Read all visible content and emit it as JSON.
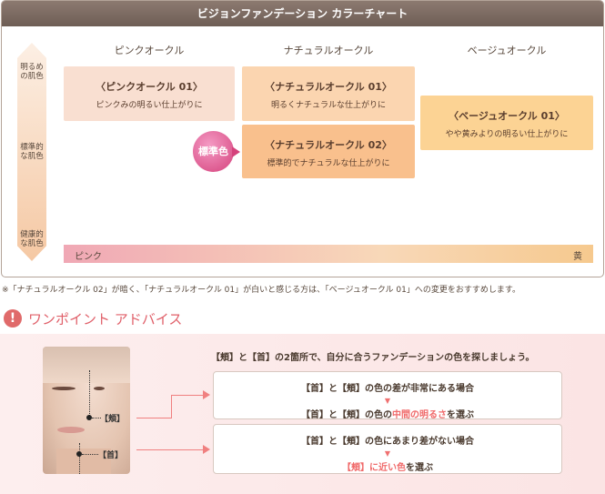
{
  "chart": {
    "title": "ビジョンファンデーション カラーチャート",
    "columns": [
      "ピンクオークル",
      "ナチュラルオークル",
      "ベージュオークル"
    ],
    "axis_labels": {
      "top": "明るめの肌色",
      "middle": "標準的な肌色",
      "bottom": "健康的な肌色"
    },
    "cells": [
      {
        "name": "〈ピンクオークル 01〉",
        "desc": "ピンクみの明るい仕上がりに",
        "color": "#f9dfd1"
      },
      {
        "name": "〈ナチュラルオークル 01〉",
        "desc": "明るくナチュラルな仕上がりに",
        "color": "#fbd5b0"
      },
      {
        "name": "〈ナチュラルオークル 02〉",
        "desc": "標準的でナチュラルな仕上がりに",
        "color": "#f9c08d"
      },
      {
        "name": "〈ベージュオークル 01〉",
        "desc": "やや黄みよりの明るい仕上がりに",
        "color": "#fcd394"
      }
    ],
    "standard_badge": "標準色",
    "scale": {
      "left": "ピンク",
      "right": "黄"
    }
  },
  "note": "※「ナチュラルオークル 02」が暗く、「ナチュラルオークル 01」が白いと感じる方は、「ベージュオークル 01」への変更をおすすめします。",
  "advice": {
    "icon_glyph": "!",
    "title": "ワンポイント アドバイス",
    "lead": "【頬】と【首】の2箇所で、自分に合うファンデーションの色を探しましょう。",
    "cheek_tag": "【頬】",
    "neck_tag": "【首】",
    "box1": {
      "line1": "【首】と【頬】の色の差が非常にある場合",
      "line2_pre": "【首】と【頬】の色の",
      "line2_hl": "中間の明るさ",
      "line2_post": "を選ぶ"
    },
    "box2": {
      "line1": "【首】と【頬】の色にあまり差がない場合",
      "line2_hl": "【頬】に近い色",
      "line2_post": "を選ぶ"
    },
    "down_arrow": "▼"
  }
}
